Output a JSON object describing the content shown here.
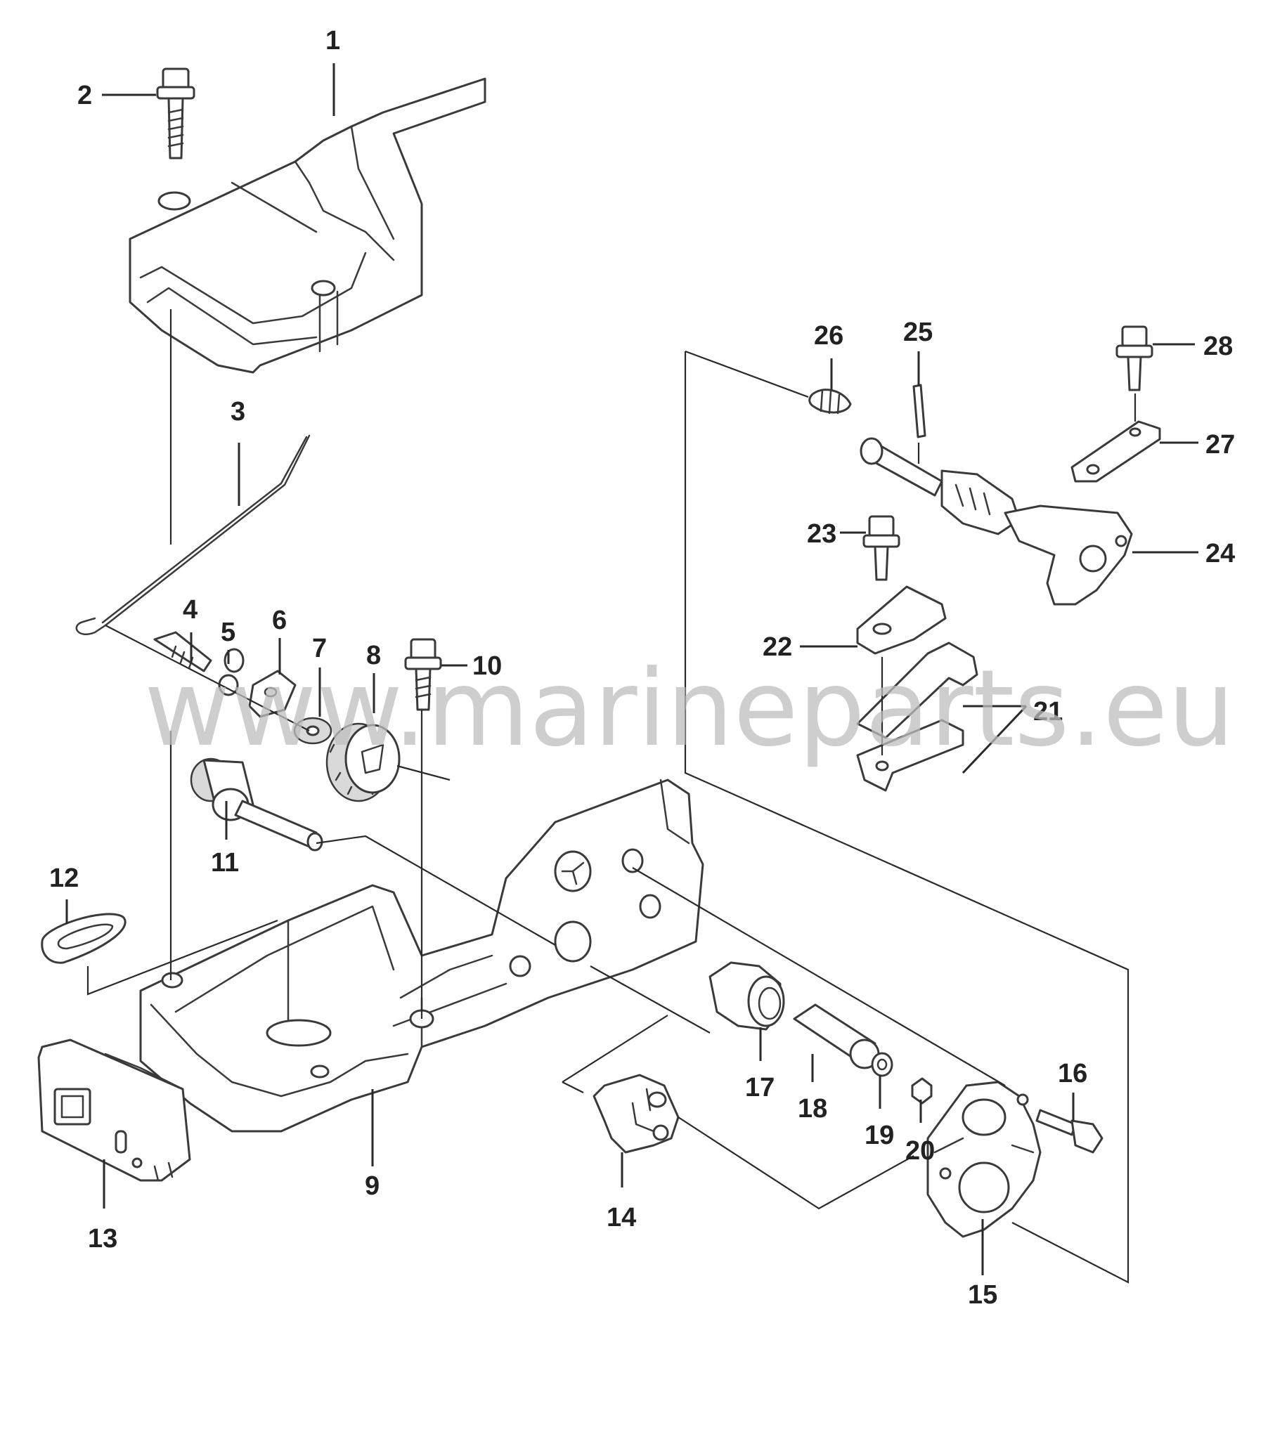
{
  "watermark": "www.marineparts.eu",
  "colors": {
    "line": "#3a3a3a",
    "callout": "#222222",
    "watermark": "#bdbdbd",
    "background": "#ffffff"
  },
  "callouts": {
    "n1": "1",
    "n2": "2",
    "n3": "3",
    "n4": "4",
    "n5": "5",
    "n6": "6",
    "n7": "7",
    "n8": "8",
    "n9": "9",
    "n10": "10",
    "n11": "11",
    "n12": "12",
    "n13": "13",
    "n14": "14",
    "n15": "15",
    "n16": "16",
    "n17": "17",
    "n18": "18",
    "n19": "19",
    "n20": "20",
    "n21": "21",
    "n22": "22",
    "n23": "23",
    "n24": "24",
    "n25": "25",
    "n26": "26",
    "n27": "27",
    "n28": "28"
  }
}
